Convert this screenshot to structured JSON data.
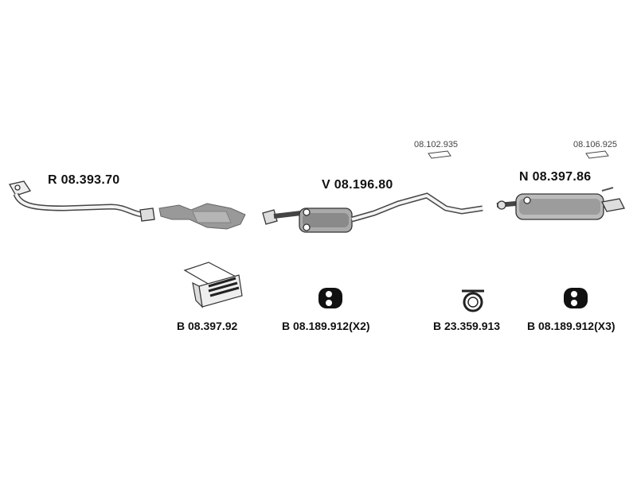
{
  "parts": {
    "front_pipe": "R 08.393.70",
    "center_silencer": "V 08.196.80",
    "rear_silencer": "N 08.397.86",
    "ref_center": "08.102.935",
    "ref_rear": "08.106.925"
  },
  "accessories": {
    "mounting_kit": "B 08.397.92",
    "rubber_hanger_center": "B 08.189.912",
    "rubber_hanger_center_qty": "(X2)",
    "clamp": "B 23.359.913",
    "rubber_hanger_rear": "B 08.189.912",
    "rubber_hanger_rear_qty": "(X3)"
  }
}
